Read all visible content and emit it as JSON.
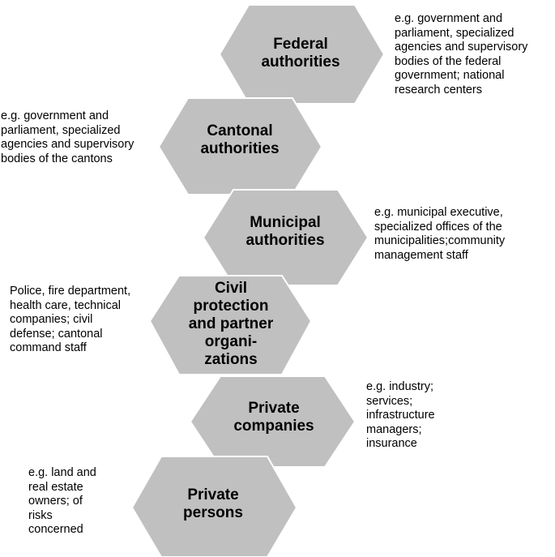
{
  "colors": {
    "hex_fill": "#c0c0c0",
    "hex_stroke": "#ffffff",
    "text": "#000000"
  },
  "levels": [
    {
      "label": [
        "Federal",
        "authorities"
      ],
      "note": [
        "e.g. government and",
        "parliament, specialized",
        "agencies and supervisory",
        "bodies of the federal",
        "government; national",
        "research centers"
      ]
    },
    {
      "label": [
        "Cantonal",
        "authorities"
      ],
      "note": [
        "e.g. government and",
        "parliament, specialized",
        "agencies and supervisory",
        "bodies of the cantons"
      ]
    },
    {
      "label": [
        "Municipal",
        "authorities"
      ],
      "note": [
        "e.g. municipal executive,",
        "specialized offices of the",
        "municipalities;community",
        "management staff"
      ]
    },
    {
      "label": [
        "Civil",
        "protection",
        "and partner",
        "organi-",
        "zations"
      ],
      "note": [
        "Police, fire department,",
        "health care, technical",
        "companies; civil",
        "defense; cantonal",
        "command staff"
      ]
    },
    {
      "label": [
        "Private",
        "companies"
      ],
      "note": [
        "e.g. industry;",
        "services;",
        "infrastructure",
        "managers;",
        "insurance"
      ]
    },
    {
      "label": [
        "Private",
        "persons"
      ],
      "note": [
        "e.g. land and",
        "real estate",
        "owners; of",
        "risks",
        "concerned"
      ]
    }
  ]
}
